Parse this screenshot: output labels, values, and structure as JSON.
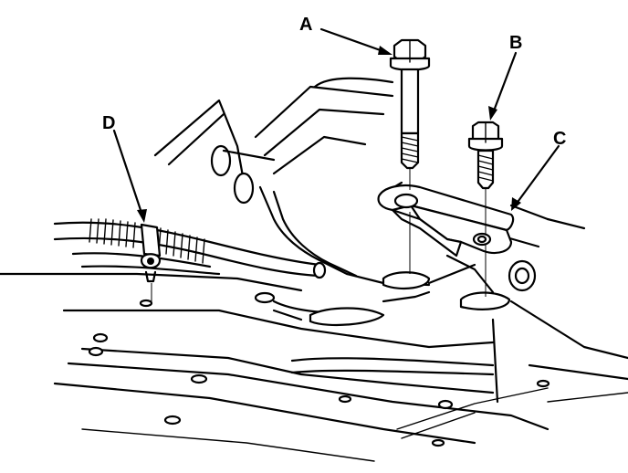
{
  "labels": {
    "a": "A",
    "b": "B",
    "c": "C",
    "d": "D"
  },
  "colors": {
    "ink": "#000000",
    "paper": "#ffffff"
  },
  "icons": {
    "bolt_long": "long-flange-bolt-icon",
    "bolt_short": "short-flange-bolt-icon",
    "bracket": "mount-bracket-icon",
    "clamp": "cable-clamp-icon"
  }
}
